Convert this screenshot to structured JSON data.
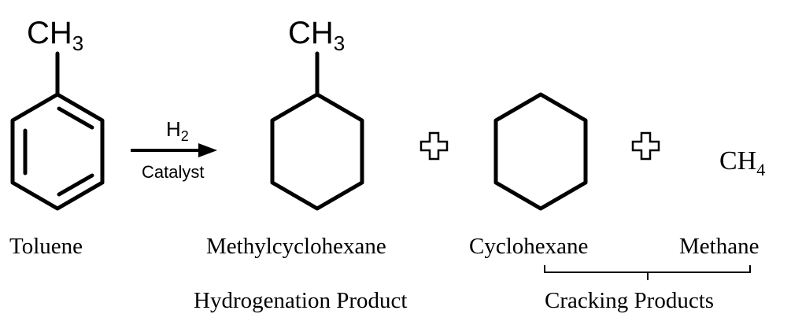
{
  "reactant": {
    "group": "CH",
    "group_sub": "3",
    "name": "Toluene"
  },
  "arrow": {
    "reagent": "H",
    "reagent_sub": "2",
    "condition": "Catalyst"
  },
  "product_main": {
    "group": "CH",
    "group_sub": "3",
    "name": "Methylcyclohexane",
    "category": "Hydrogenation Product"
  },
  "plus_sign": "plus-outline",
  "cracking": {
    "cyclohexane_name": "Cyclohexane",
    "methane_formula": "CH",
    "methane_sub": "4",
    "methane_name": "Methane",
    "category": "Cracking Products"
  }
}
